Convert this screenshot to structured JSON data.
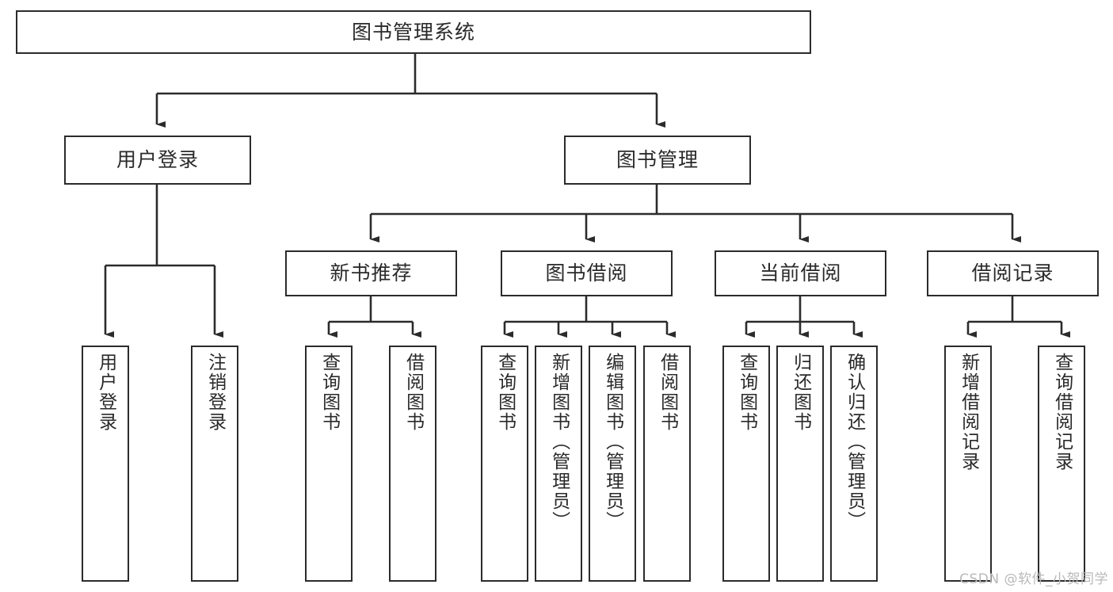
{
  "diagram": {
    "type": "tree-hierarchy-chart",
    "title": "图书管理系统",
    "watermark": "CSDN @软件_小贺同学",
    "line_color": "#2b2b2b",
    "box_fill": "#ffffff",
    "text_color": "#2a2a2a",
    "root": {
      "label": "图书管理系统"
    },
    "level2": [
      {
        "label": "用户登录"
      },
      {
        "label": "图书管理"
      }
    ],
    "level3": [
      {
        "label": "新书推荐"
      },
      {
        "label": "图书借阅"
      },
      {
        "label": "当前借阅"
      },
      {
        "label": "借阅记录"
      }
    ],
    "leaves": {
      "user_login": [
        {
          "label": "用户登录"
        },
        {
          "label": "注销登录"
        }
      ],
      "new_book_recommend": [
        {
          "label": "查询图书"
        },
        {
          "label": "借阅图书"
        }
      ],
      "book_borrow": [
        {
          "label": "查询图书"
        },
        {
          "label": "新增图书（管理员）"
        },
        {
          "label": "编辑图书（管理员）"
        },
        {
          "label": "借阅图书"
        }
      ],
      "current_borrow": [
        {
          "label": "查询图书"
        },
        {
          "label": "归还图书"
        },
        {
          "label": "确认归还（管理员）"
        }
      ],
      "borrow_record": [
        {
          "label": "新增借阅记录"
        },
        {
          "label": "查询借阅记录"
        }
      ]
    }
  }
}
